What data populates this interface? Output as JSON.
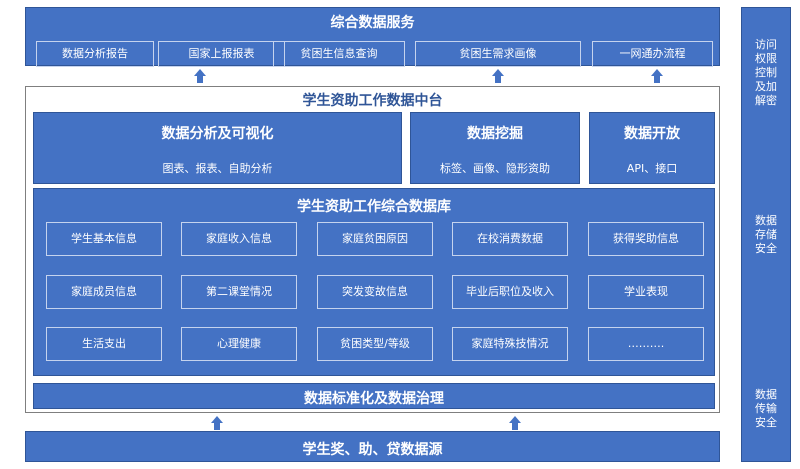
{
  "top": {
    "title": "综合数据服务",
    "buttons": [
      "数据分析报告",
      "国家上报报表",
      "贫困生信息查询",
      "贫困生需求画像",
      "一网通办流程"
    ]
  },
  "middle": {
    "title": "学生资助工作数据中台",
    "analysis": {
      "title": "数据分析及可视化",
      "sub": "图表、报表、自助分析"
    },
    "mining": {
      "title": "数据挖掘",
      "sub": "标签、画像、隐形资助"
    },
    "open": {
      "title": "数据开放",
      "sub": "API、接口"
    },
    "database": {
      "title": "学生资助工作综合数据库",
      "cells": [
        [
          "学生基本信息",
          "家庭收入信息",
          "家庭贫困原因",
          "在校消费数据",
          "获得奖助信息"
        ],
        [
          "家庭成员信息",
          "第二课堂情况",
          "突发变故信息",
          "毕业后职位及收入",
          "学业表现"
        ],
        [
          "生活支出",
          "心理健康",
          "贫困类型/等级",
          "家庭特殊技情况",
          "………."
        ]
      ]
    },
    "governance": "数据标准化及数据治理"
  },
  "bottom": {
    "title": "学生奖、助、贷数据源"
  },
  "side": [
    "访问\n权限\n控制\n及加\n解密",
    "数据\n存储\n安全",
    "数据\n传输\n安全"
  ]
}
